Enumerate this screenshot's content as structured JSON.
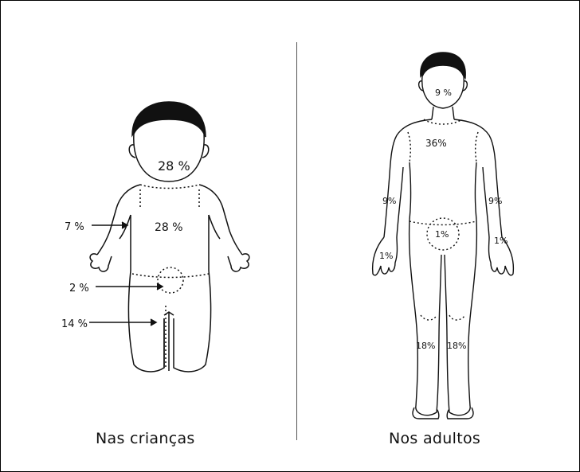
{
  "child": {
    "caption": "Nas crianças",
    "head": "28 %",
    "trunk": "28 %",
    "arm": "7 %",
    "genital": "2 %",
    "leg": "14 %"
  },
  "adult": {
    "caption": "Nos adultos",
    "head": "9 %",
    "trunk": "36%",
    "arm_right": "9%",
    "arm_left": "9%",
    "genital": "1%",
    "hand_right": "1%",
    "hand_left": "1%",
    "leg_right": "18%",
    "leg_left": "18%"
  }
}
